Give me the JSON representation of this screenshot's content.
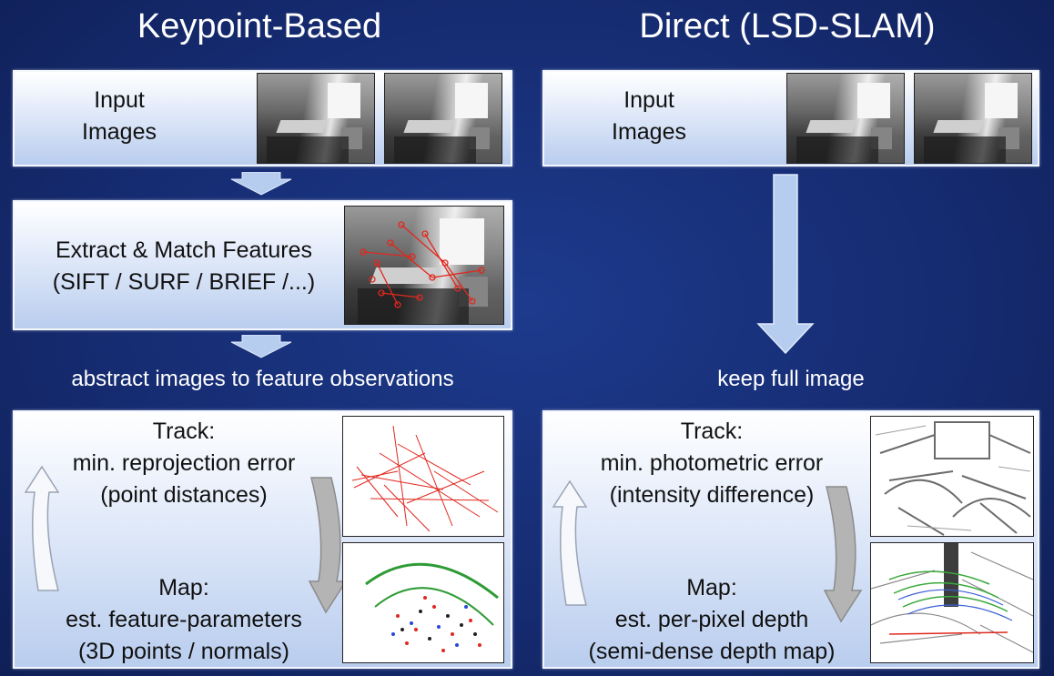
{
  "left": {
    "title": "Keypoint-Based",
    "input_box": {
      "line1": "Input",
      "line2": "Images"
    },
    "extract_box": {
      "line1": "Extract & Match Features",
      "line2": "(SIFT / SURF / BRIEF /...)"
    },
    "caption": "abstract images to feature observations",
    "loop_box": {
      "track_title": "Track:",
      "track_line1": "min. reprojection error",
      "track_line2": "(point distances)",
      "map_title": "Map:",
      "map_line1": "est. feature-parameters",
      "map_line2": "(3D points / normals)"
    }
  },
  "right": {
    "title": "Direct (LSD-SLAM)",
    "input_box": {
      "line1": "Input",
      "line2": "Images"
    },
    "caption": "keep full image",
    "loop_box": {
      "track_title": "Track:",
      "track_line1": "min. photometric error",
      "track_line2": "(intensity difference)",
      "map_title": "Map:",
      "map_line1": "est. per-pixel depth",
      "map_line2": "(semi-dense depth map)"
    }
  },
  "colors": {
    "background": "#162c72",
    "box_border": "#f4f7ff",
    "arrow_fill": "#b7cdef",
    "feature_marks": "#e0281e"
  }
}
